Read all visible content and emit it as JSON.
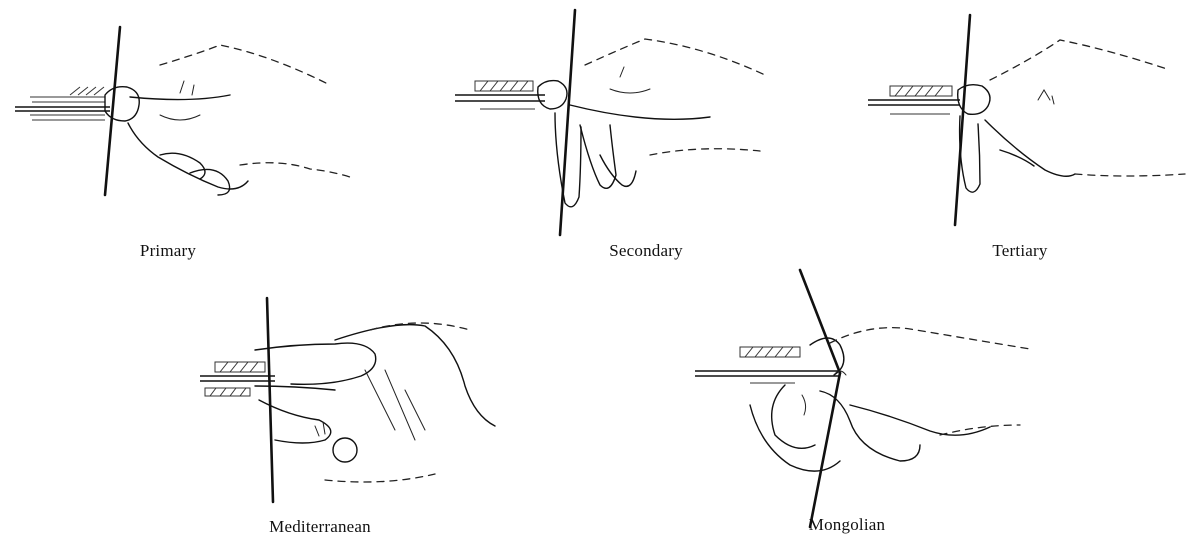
{
  "figure": {
    "grips": [
      {
        "key": "primary",
        "label": "Primary"
      },
      {
        "key": "secondary",
        "label": "Secondary"
      },
      {
        "key": "tertiary",
        "label": "Tertiary"
      },
      {
        "key": "mediterranean",
        "label": "Mediterranean"
      },
      {
        "key": "mongolian",
        "label": "Mongolian"
      }
    ]
  }
}
